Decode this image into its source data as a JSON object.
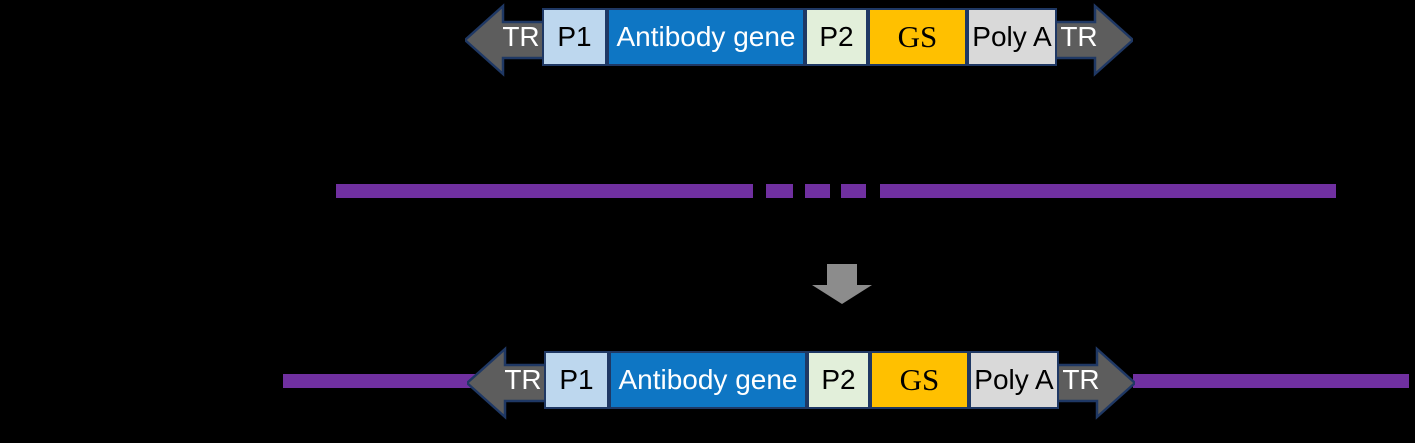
{
  "colors": {
    "background": "#000000",
    "genome_line": "#7030A0",
    "tr_arrow_fill": "#5D5D5D",
    "shape_outline": "#1F3864",
    "integration_arrow": "#8C8C8C",
    "p1_fill": "#BDD7EE",
    "antibody_gene_fill": "#0E76C4",
    "p2_fill": "#E2EFDA",
    "gs_fill": "#FFC000",
    "poly_a_fill": "#D9D9D9"
  },
  "top_construct": {
    "tr_left": "TR",
    "tr_right": "TR",
    "segments": [
      {
        "label": "P1"
      },
      {
        "label": "Antibody gene"
      },
      {
        "label": "P2"
      },
      {
        "label": "GS"
      },
      {
        "label": "Poly A"
      }
    ]
  },
  "bottom_construct": {
    "tr_left": "TR",
    "tr_right": "TR",
    "segments": [
      {
        "label": "P1"
      },
      {
        "label": "Antibody gene"
      },
      {
        "label": "P2"
      },
      {
        "label": "GS"
      },
      {
        "label": "Poly A"
      }
    ]
  }
}
